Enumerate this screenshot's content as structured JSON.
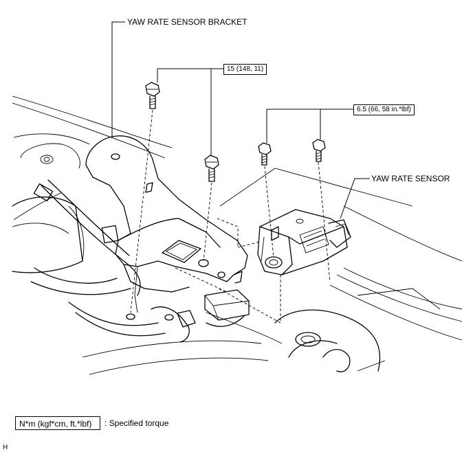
{
  "labels": {
    "bracket": "YAW RATE SENSOR BRACKET",
    "sensor": "YAW RATE SENSOR",
    "torque_bracket": "15 (148, 11)",
    "torque_sensor": "6.5 (66, 58 in.*lbf)"
  },
  "legend": {
    "box_text": "N*m (kgf*cm, ft.*lbf)",
    "description": ": Specified torque"
  },
  "illustration_code": "H"
}
